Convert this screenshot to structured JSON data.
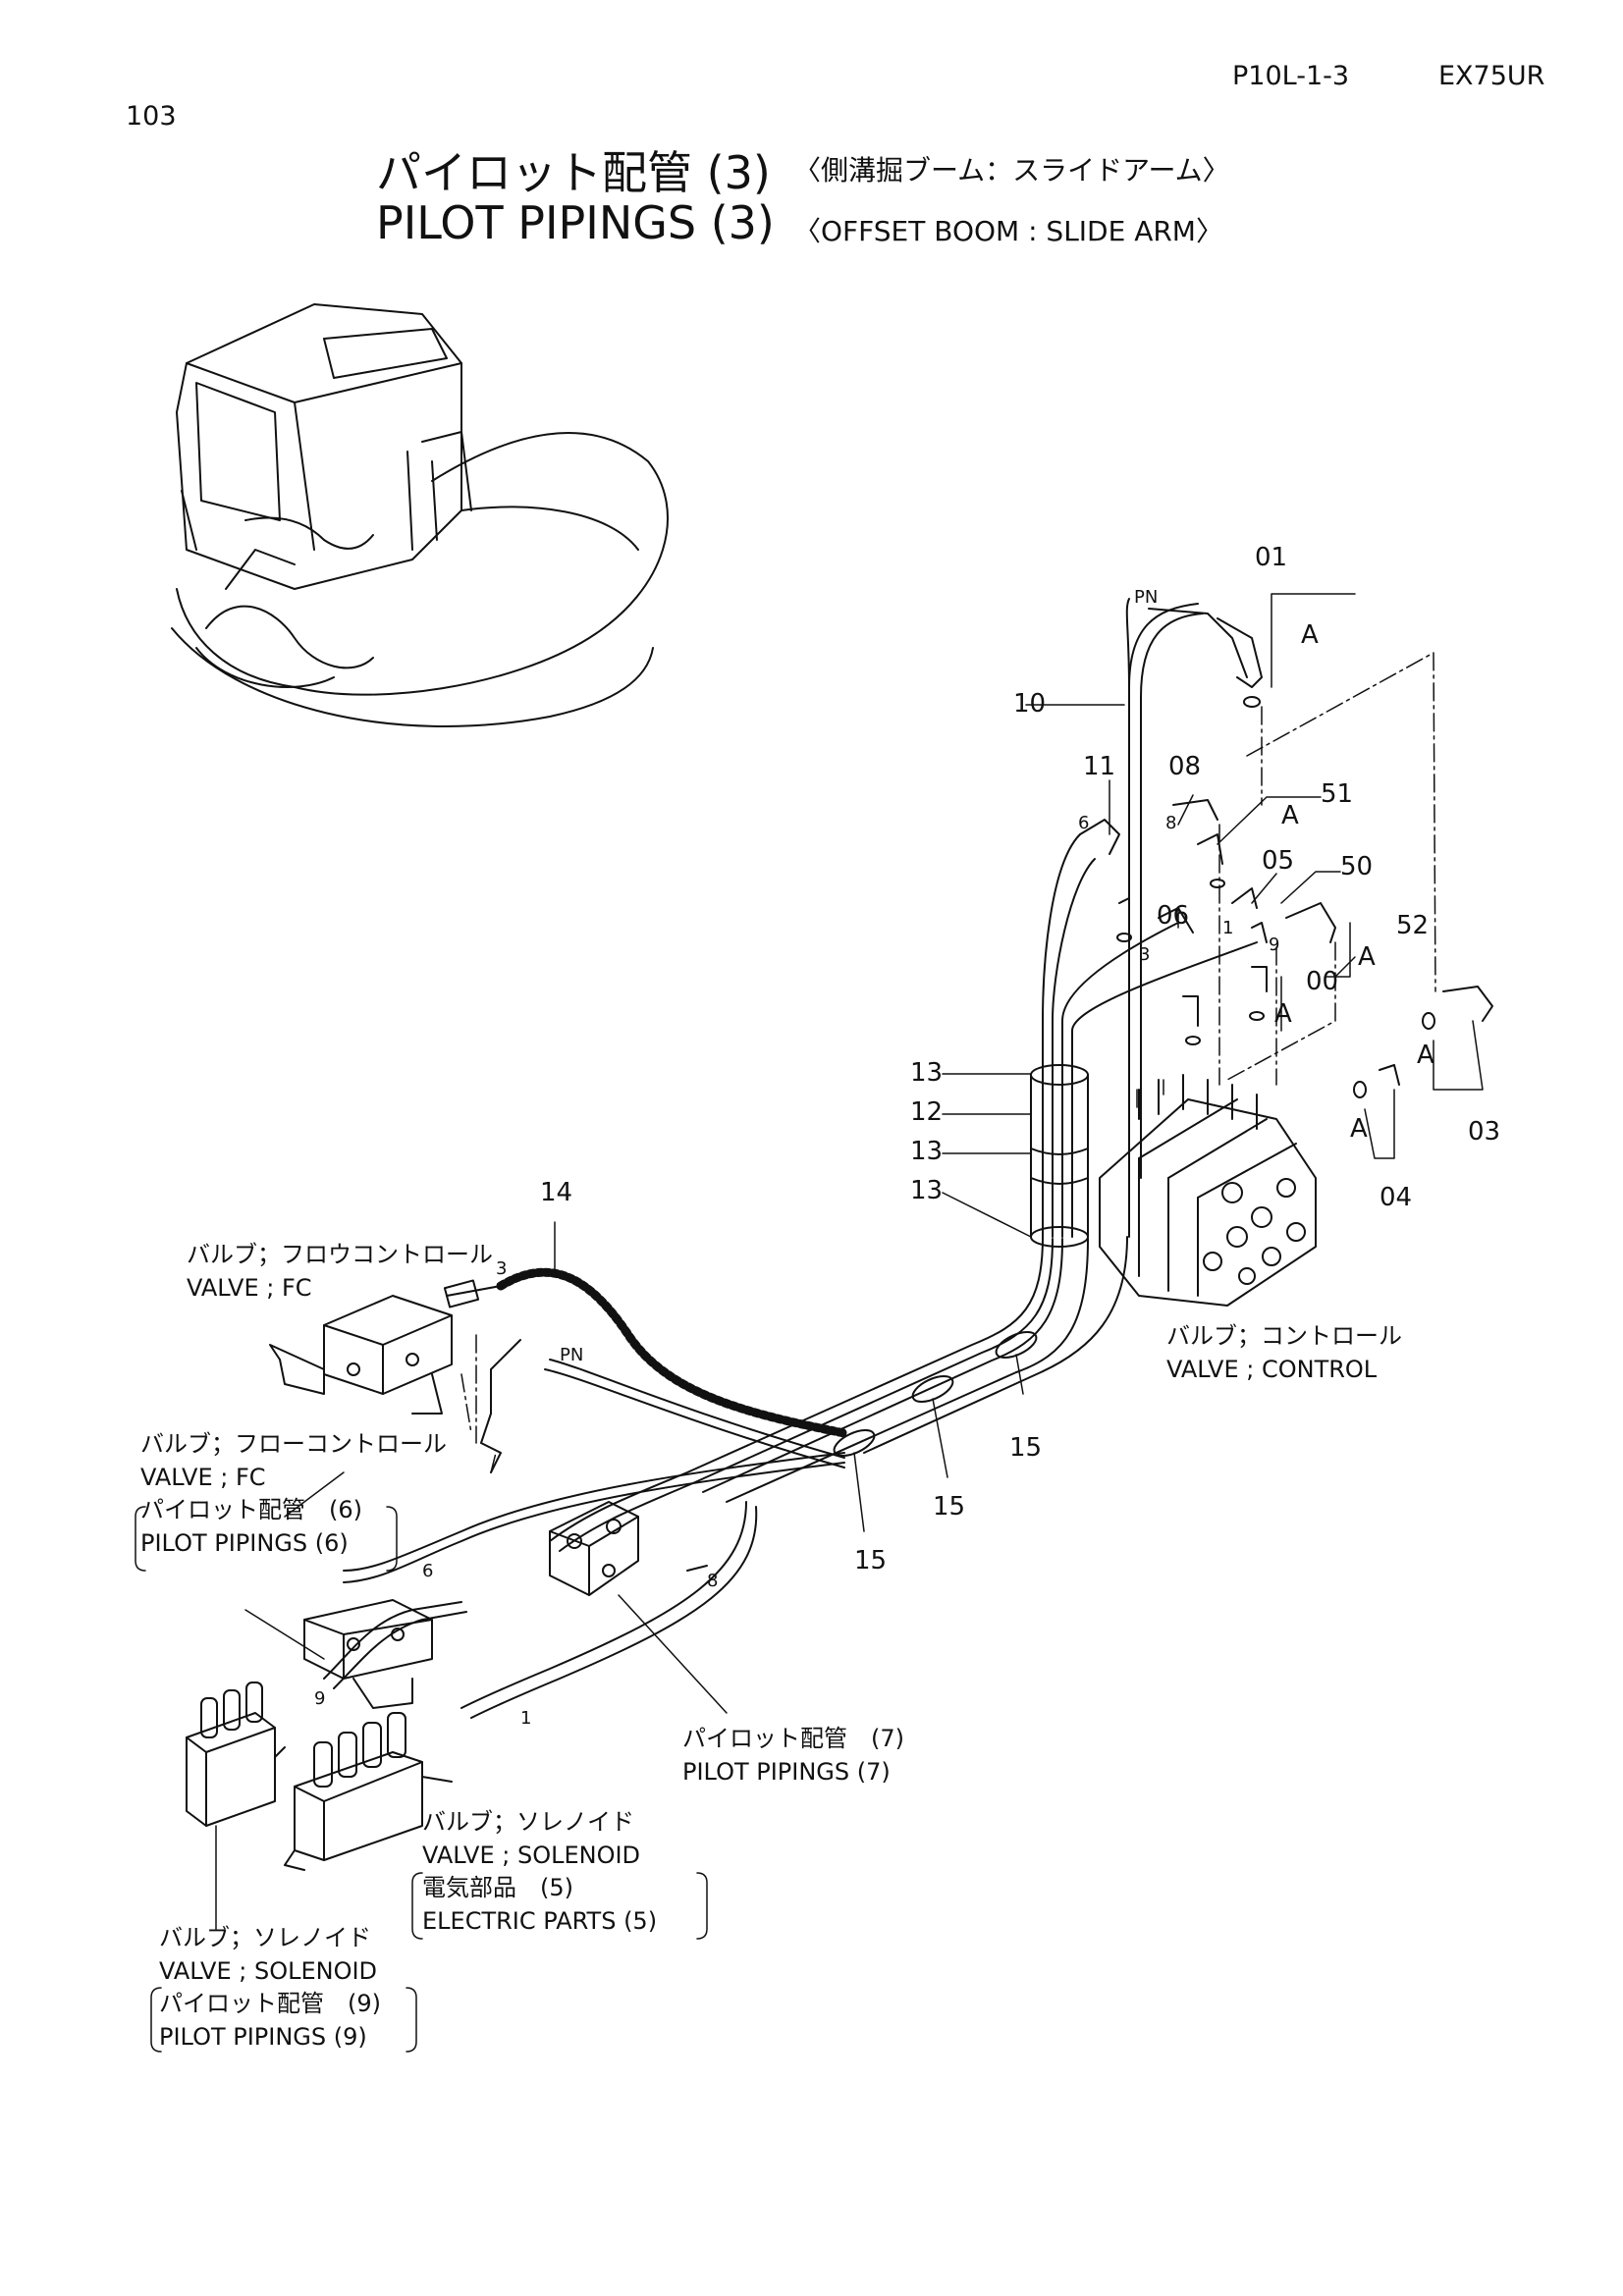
{
  "header": {
    "page_number": "103",
    "catalog_code": "P10L-1-3",
    "model": "EX75UR"
  },
  "title": {
    "jp_main": "パイロット配管 (3)",
    "jp_sub": "〈側溝掘ブーム：スライドアーム〉",
    "en_main": "PILOT PIPINGS (3)",
    "en_sub": "〈OFFSET BOOM : SLIDE ARM〉"
  },
  "callouts": {
    "c01": "01",
    "c10": "10",
    "c11": "11",
    "c08": "08",
    "c51": "51",
    "c05": "05",
    "c50": "50",
    "c06": "06",
    "c52": "52",
    "c00": "00",
    "c03": "03",
    "c04": "04",
    "c13a": "13",
    "c12": "12",
    "c13b": "13",
    "c13c": "13",
    "c14": "14",
    "c15a": "15",
    "c15b": "15",
    "c15c": "15",
    "pn1": "PN",
    "pn2": "PN",
    "a1": "A",
    "a2": "A",
    "a3": "A",
    "a4": "A",
    "a5": "A",
    "a6": "A",
    "p6a": "6",
    "p8a": "8",
    "p3a": "3",
    "p1a": "1",
    "p9a": "9",
    "p3b": "3",
    "p6b": "6",
    "p8b": "8",
    "p9b": "9",
    "p1b": "1"
  },
  "labels": {
    "fc_flow_jp": "バルブ；フロウコントロール",
    "fc_flow_en": "VALVE ; FC",
    "control_jp": "バルブ；コントロール",
    "control_en": "VALVE ; CONTROL",
    "fc_jp": "バルブ；フローコントロール",
    "fc_en": "VALVE ; FC",
    "ref6_jp": "パイロット配管　(6)",
    "ref6_en": "PILOT PIPINGS (6)",
    "ref7_jp": "パイロット配管　(7)",
    "ref7_en": "PILOT PIPINGS (7)",
    "sol1_jp": "バルブ；ソレノイド",
    "sol1_en": "VALVE ; SOLENOID",
    "ref5_jp": "電気部品　(5)",
    "ref5_en": "ELECTRIC PARTS (5)",
    "sol2_jp": "バルブ；ソレノイド",
    "sol2_en": "VALVE ; SOLENOID",
    "ref9_jp": "パイロット配管　(9)",
    "ref9_en": "PILOT PIPINGS (9)"
  }
}
